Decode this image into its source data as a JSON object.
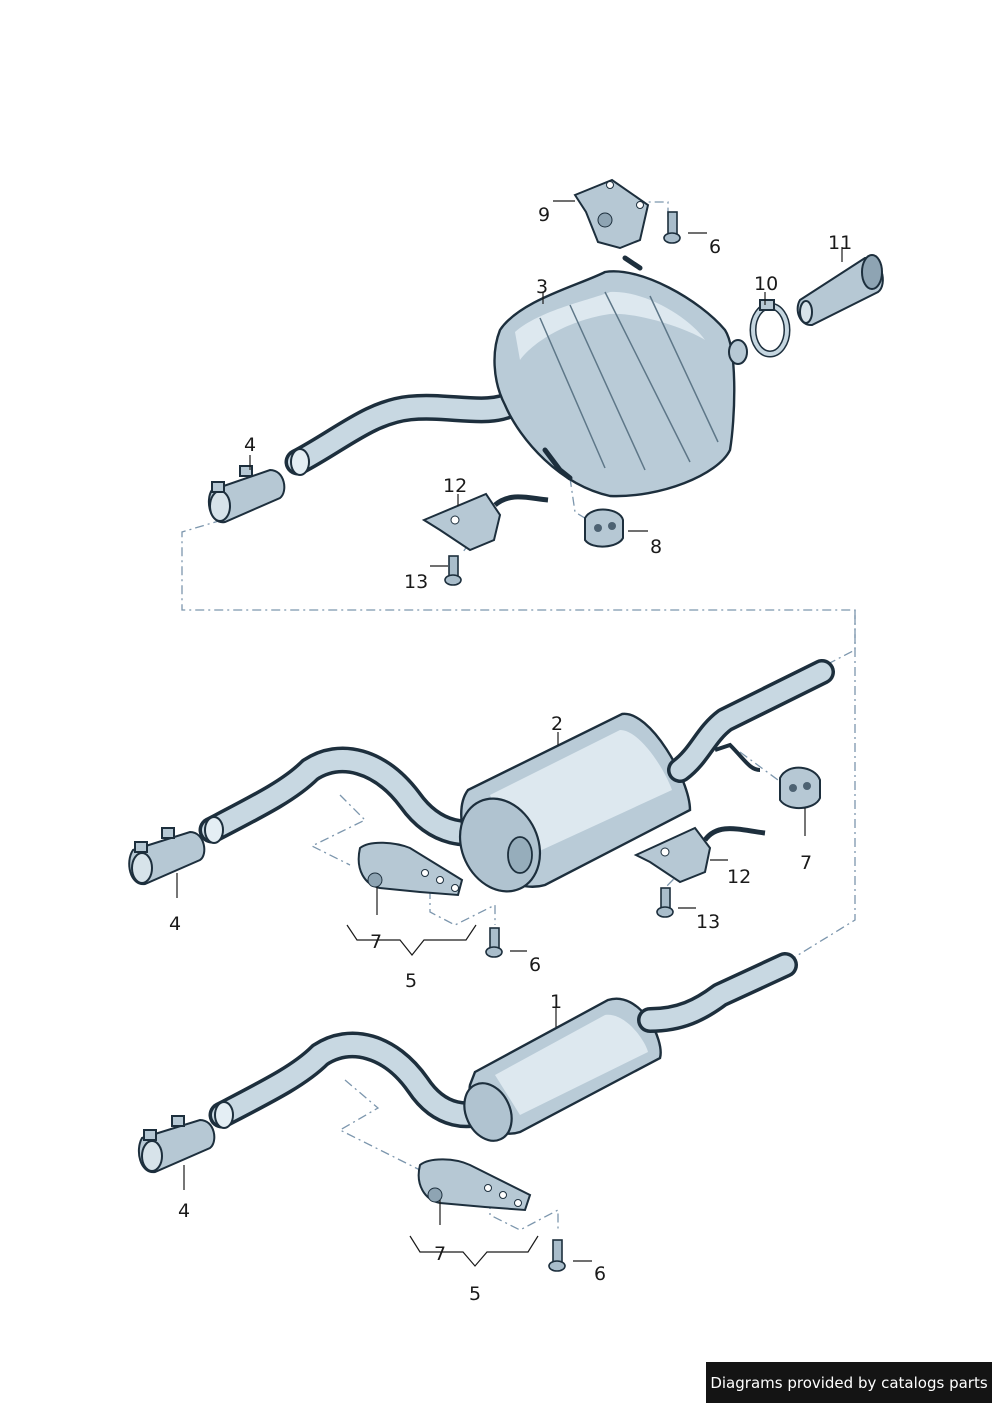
{
  "callouts": {
    "c1": "1",
    "c2": "2",
    "c3": "3",
    "c4a": "4",
    "c4b": "4",
    "c4c": "4",
    "c5a": "5",
    "c5b": "5",
    "c6a": "6",
    "c6b": "6",
    "c6c": "6",
    "c7a": "7",
    "c7b": "7",
    "c7c": "7",
    "c8": "8",
    "c9": "9",
    "c10": "10",
    "c11": "11",
    "c12a": "12",
    "c12b": "12",
    "c13a": "13",
    "c13b": "13"
  },
  "footer": {
    "credit": "Diagrams provided by catalogs parts"
  },
  "colors": {
    "part_fill": "#b9cbd7",
    "part_outline": "#1d2f3d",
    "assembly_line": "#7c96ad",
    "badge_bg": "#141414"
  }
}
